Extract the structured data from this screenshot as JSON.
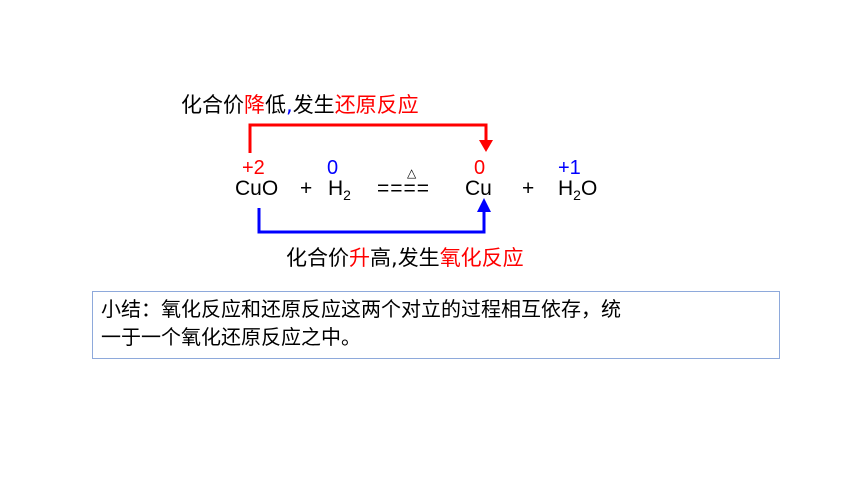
{
  "top_label": {
    "part1": "化合价",
    "part2": "降",
    "part3": "低",
    "sep": ",",
    "part4": "发生",
    "part5": "还原反应"
  },
  "equation": {
    "ox_cu_in_cuo": "+2",
    "ox_h_in_h2": "0",
    "ox_cu_product": "0",
    "ox_h_in_h2o": "+1",
    "cuo": "CuO",
    "plus1": "+",
    "h2_h": "H",
    "h2_sub": "2",
    "arrow": "====",
    "heat": "△",
    "cu": "Cu",
    "plus2": "+",
    "h2o_h": "H",
    "h2o_sub": "2",
    "h2o_o": "O"
  },
  "bottom_label": {
    "part1": "化合价",
    "part2": "升",
    "part3": "高",
    "sep": ",",
    "part4": "发生",
    "part5": "氧化反应"
  },
  "summary": {
    "line1": "小结：氧化反应和还原反应这两个对立的过程相互依存，统",
    "line2": "一于一个氧化还原反应之中。"
  },
  "colors": {
    "reduction": "#ff0000",
    "oxidation": "#0000ff",
    "box_border": "#8ea9db"
  }
}
